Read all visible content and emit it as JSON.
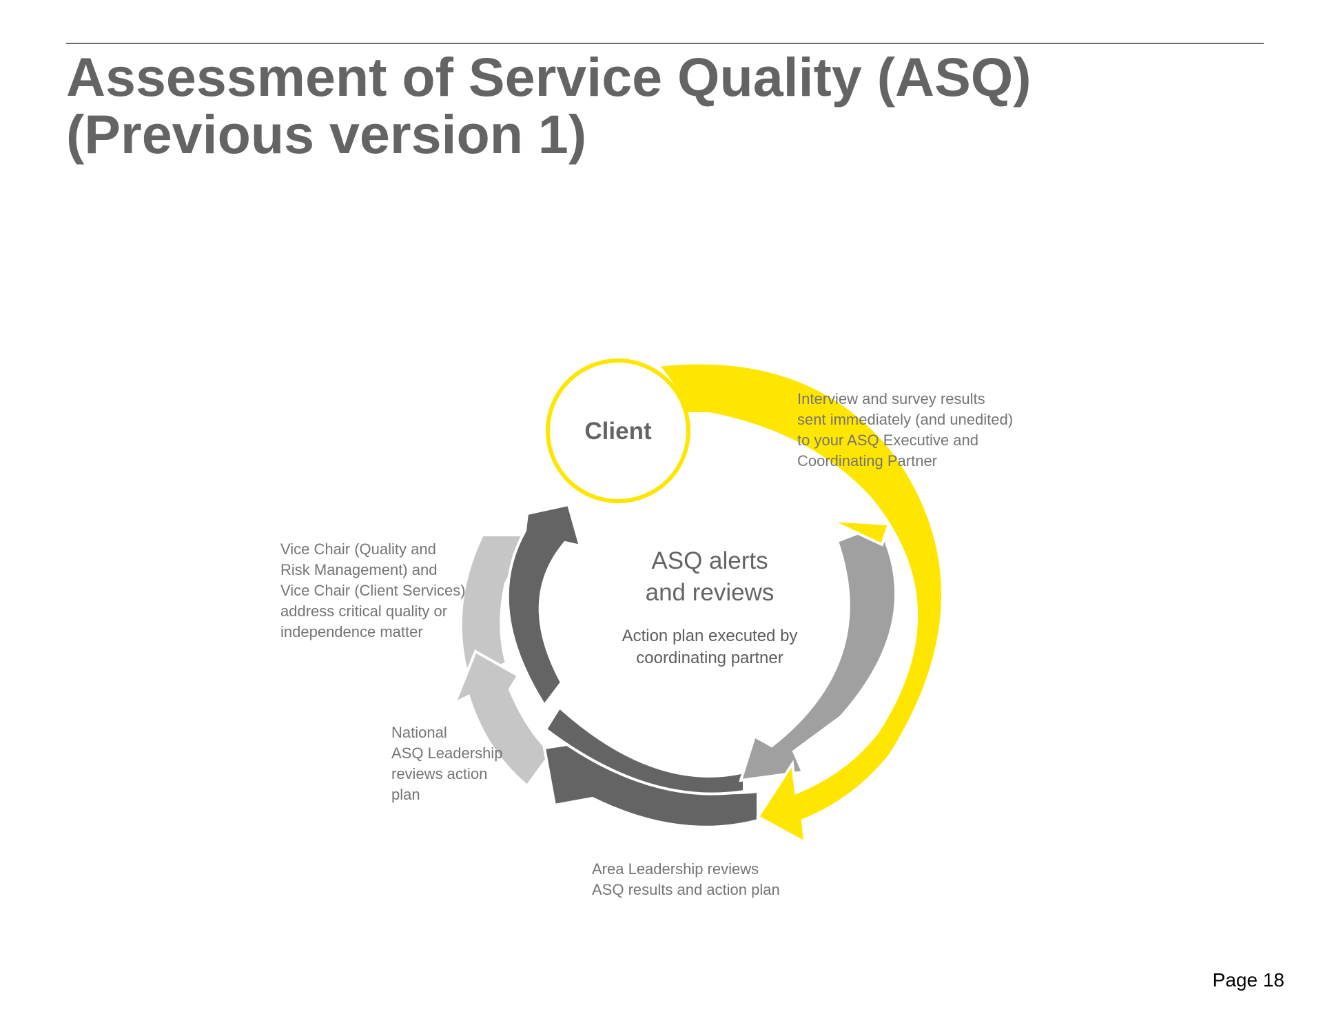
{
  "slide": {
    "title_line1": "Assessment of Service Quality (ASQ)",
    "title_line2": "(Previous version 1)",
    "page_label": "Page 18"
  },
  "colors": {
    "accent_yellow": "#ffe600",
    "dark_gray": "#646464",
    "mid_gray": "#a0a0a0",
    "light_gray": "#c6c6c6",
    "label_gray": "#747474",
    "title_gray": "#646464"
  },
  "diagram": {
    "client_label": "Client",
    "center_title_line1": "ASQ alerts",
    "center_title_line2": "and reviews",
    "center_sub_line1": "Action plan executed by",
    "center_sub_line2": "coordinating partner",
    "step_results": [
      "Interview and survey results",
      "sent immediately (and unedited)",
      "to your ASQ Executive and",
      "Coordinating Partner"
    ],
    "step_area": [
      "Area Leadership reviews",
      "ASQ results and action plan"
    ],
    "step_national": [
      "National",
      "ASQ Leadership",
      "reviews action",
      "plan"
    ],
    "step_vice": [
      "Vice Chair (Quality and",
      "Risk Management) and",
      "Vice Chair (Client Services)",
      "address critical quality or",
      "independence matter"
    ]
  }
}
